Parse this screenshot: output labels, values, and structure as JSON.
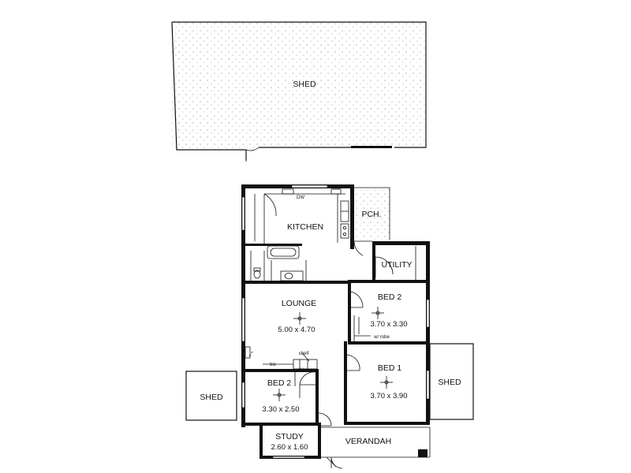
{
  "rooms": {
    "shed_top": "SHED",
    "kitchen": "KITCHEN",
    "porch": "PCH.",
    "utility": "UTILITY",
    "lounge": "LOUNGE",
    "lounge_dim": "5.00 x 4.70",
    "bed2_right": "BED 2",
    "bed2_right_dim": "3.70 x 3.30",
    "bed1": "BED 1",
    "bed1_dim": "3.70 x 3.90",
    "bed2_left": "BED 2",
    "bed2_left_dim": "3.30 x 2.50",
    "study": "STUDY",
    "study_dim": "2.60 x 1.60",
    "verandah": "VERANDAH",
    "shed_left": "SHED",
    "shed_right": "SHED"
  },
  "annotations": {
    "dw": "DW",
    "wo": "WO",
    "bic": "bic",
    "shelf": "shelf",
    "bic_small": "b/c",
    "wardrobe": "w/ robe"
  }
}
